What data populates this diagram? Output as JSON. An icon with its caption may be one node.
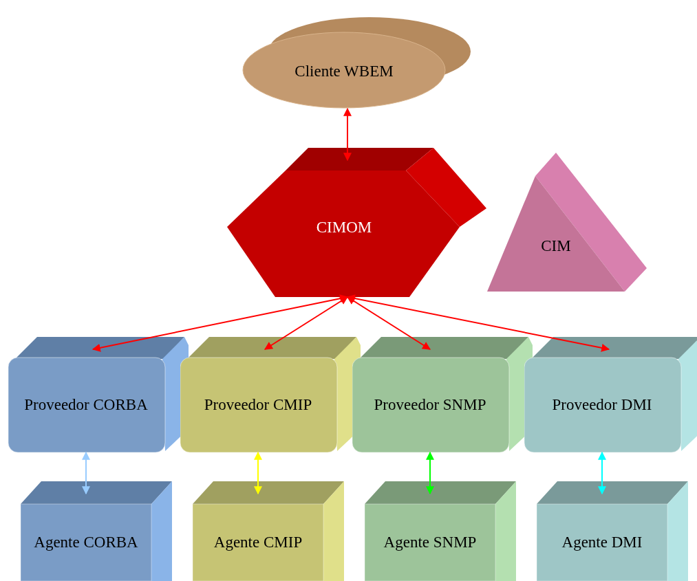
{
  "diagram": {
    "nodes": [
      {
        "text": [
          "Cliente WBEM"
        ]
      },
      {
        "text": [
          "CIMOM"
        ]
      },
      {
        "text": [
          "CIM"
        ]
      },
      {
        "text": [
          "Proveedor CORBA"
        ]
      },
      {
        "text": [
          "Proveedor CMIP"
        ]
      },
      {
        "text": [
          "Proveedor SNMP"
        ]
      },
      {
        "text": [
          "Proveedor DMI"
        ]
      },
      {
        "text": [
          "Agente CORBA"
        ]
      },
      {
        "text": [
          "Agente CMIP"
        ]
      },
      {
        "text": [
          "Agente SNMP"
        ]
      },
      {
        "text": [
          "Agente DMI"
        ]
      }
    ],
    "edges": [
      {
        "from": 0,
        "to": 1,
        "arrow": "both"
      },
      {
        "from": 1,
        "to": 3,
        "arrow": "both"
      },
      {
        "from": 1,
        "to": 4,
        "arrow": "both"
      },
      {
        "from": 1,
        "to": 5,
        "arrow": "both"
      },
      {
        "from": 1,
        "to": 6,
        "arrow": "both"
      },
      {
        "from": 3,
        "to": 7,
        "arrow": "both",
        "color": "#99ccff"
      },
      {
        "from": 4,
        "to": 8,
        "arrow": "both",
        "color": "#ffff00"
      },
      {
        "from": 5,
        "to": 9,
        "arrow": "both",
        "color": "#00ff00"
      },
      {
        "from": 6,
        "to": 10,
        "arrow": "both",
        "color": "#00ffff"
      }
    ]
  }
}
